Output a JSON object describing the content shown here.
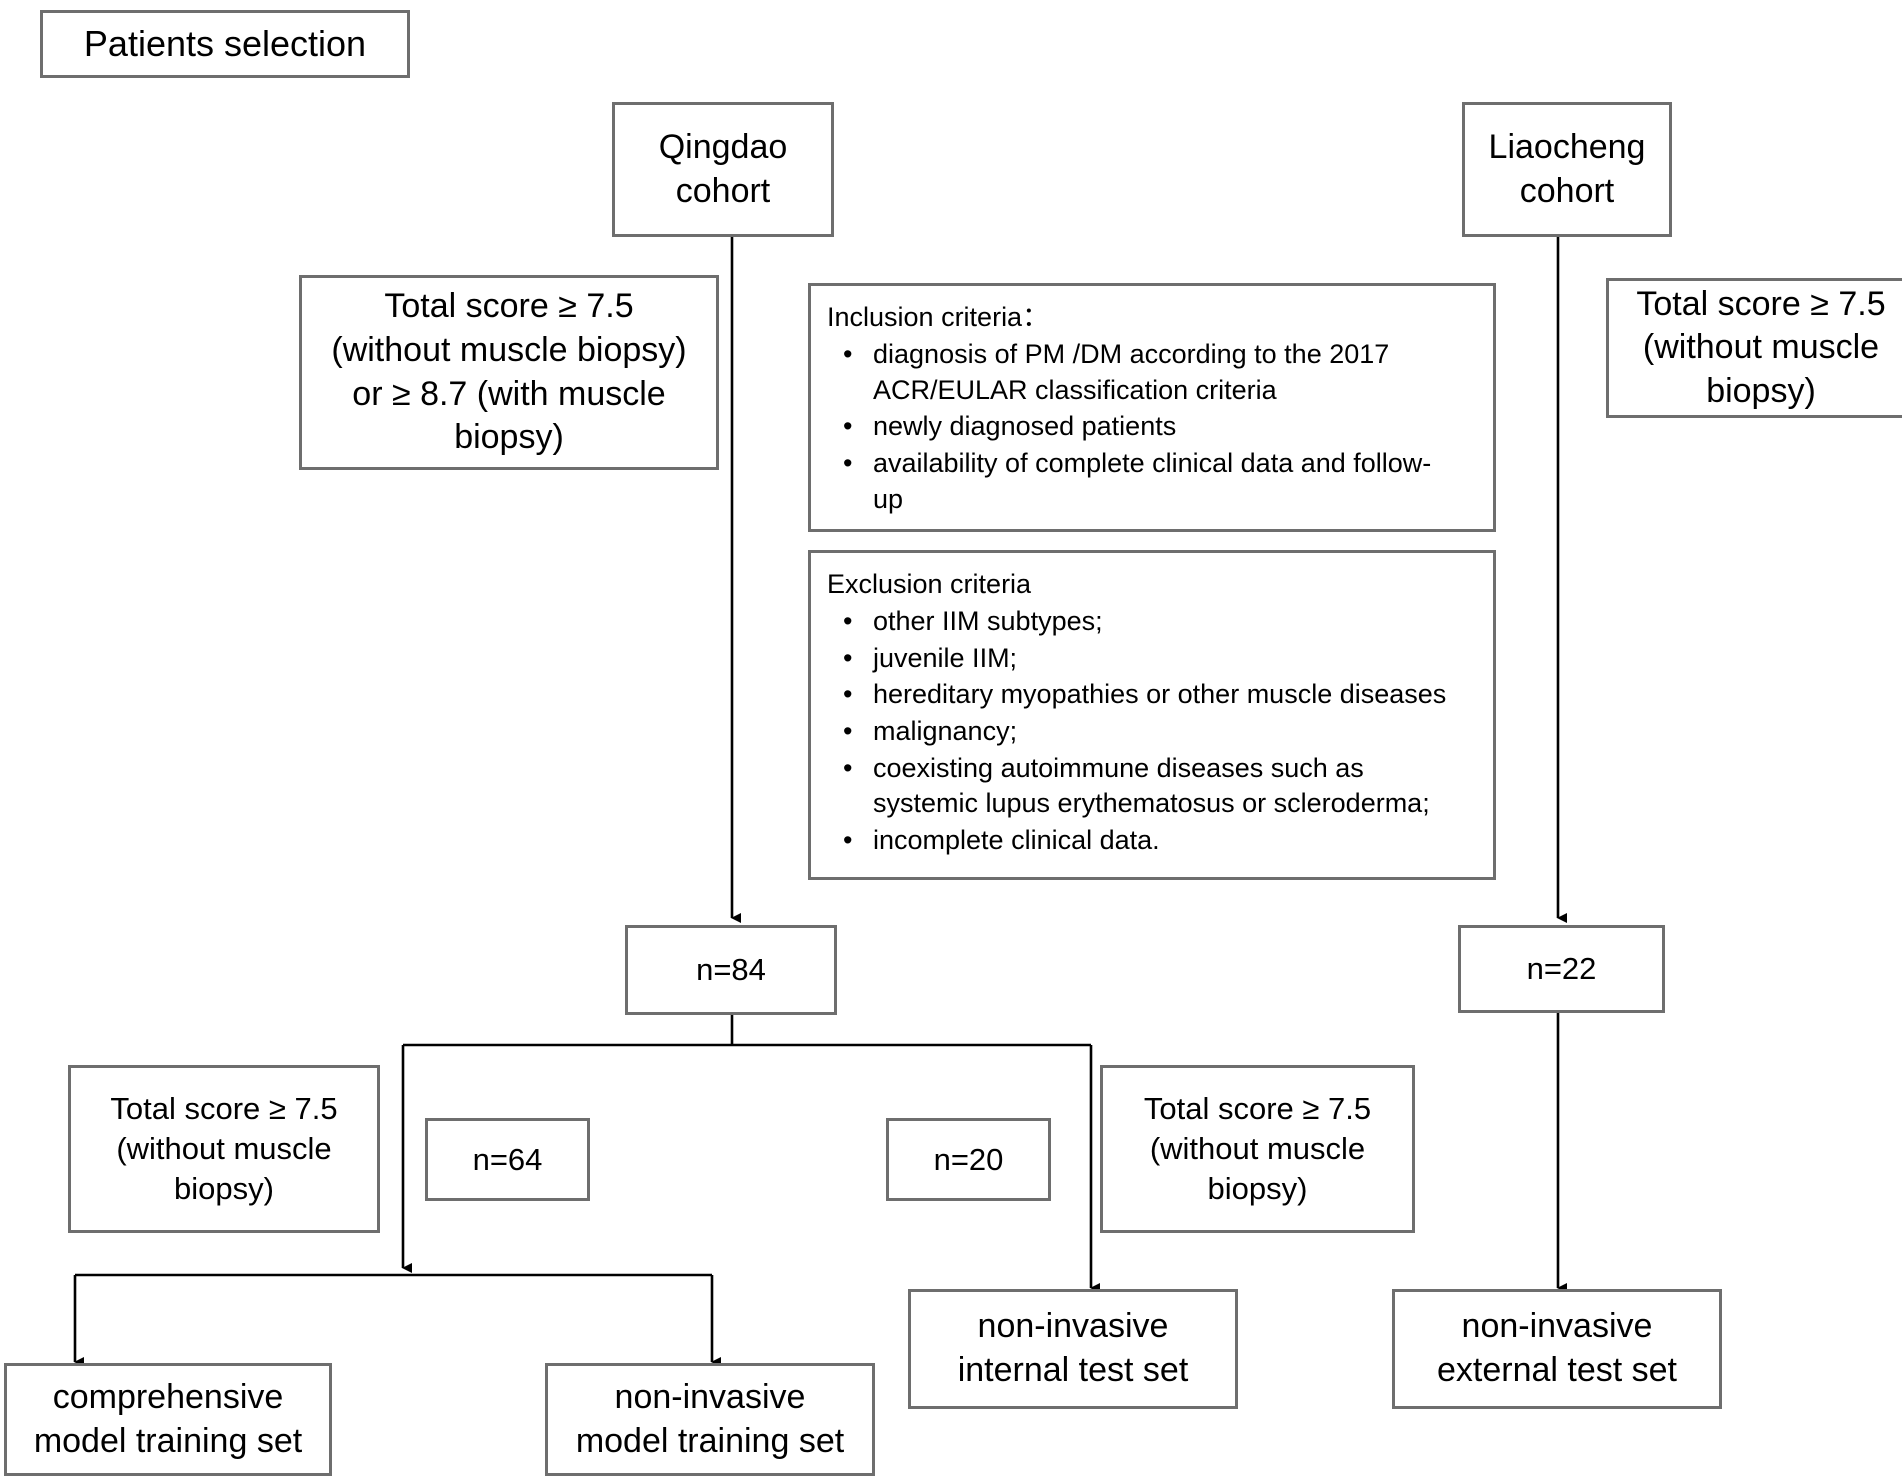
{
  "figure": {
    "title_box": "Patients selection",
    "type": "flowchart",
    "line_color": "#6e6e6e",
    "arrow_color": "#000000",
    "background": "#ffffff"
  },
  "nodes": {
    "patients_selection": "Patients selection",
    "qingdao_cohort": "Qingdao\ncohort",
    "liaocheng_cohort": "Liaocheng\ncohort",
    "qingdao_score": "Total score ≥ 7.5\n(without muscle biopsy)\nor ≥ 8.7 (with muscle\nbiopsy)",
    "liaocheng_score": "Total score ≥ 7.5\n(without muscle\nbiopsy)",
    "n_84": "n=84",
    "n_22": "n=22",
    "n_64": "n=64",
    "n_20": "n=20",
    "score_left_bottom": "Total score ≥ 7.5\n(without muscle\nbiopsy)",
    "score_mid_bottom": "Total score ≥ 7.5\n(without muscle\nbiopsy)",
    "comprehensive_training": "comprehensive\nmodel training set",
    "noninvasive_training": "non-invasive\nmodel training set",
    "internal_test": "non-invasive\ninternal test set",
    "external_test": "non-invasive\nexternal test set"
  },
  "inclusion": {
    "title": "Inclusion criteria：",
    "bullet": "•",
    "items": [
      "diagnosis of PM /DM according to the 2017\nACR/EULAR classification criteria",
      "newly diagnosed patients",
      "availability of complete clinical data and follow-\nup"
    ]
  },
  "exclusion": {
    "title": "Exclusion criteria",
    "bullet": "•",
    "items": [
      "other IIM subtypes;",
      "juvenile IIM;",
      "hereditary myopathies or other muscle diseases",
      "malignancy;",
      "coexisting autoimmune diseases such as\nsystemic lupus erythematosus or scleroderma;",
      "incomplete clinical data."
    ]
  }
}
